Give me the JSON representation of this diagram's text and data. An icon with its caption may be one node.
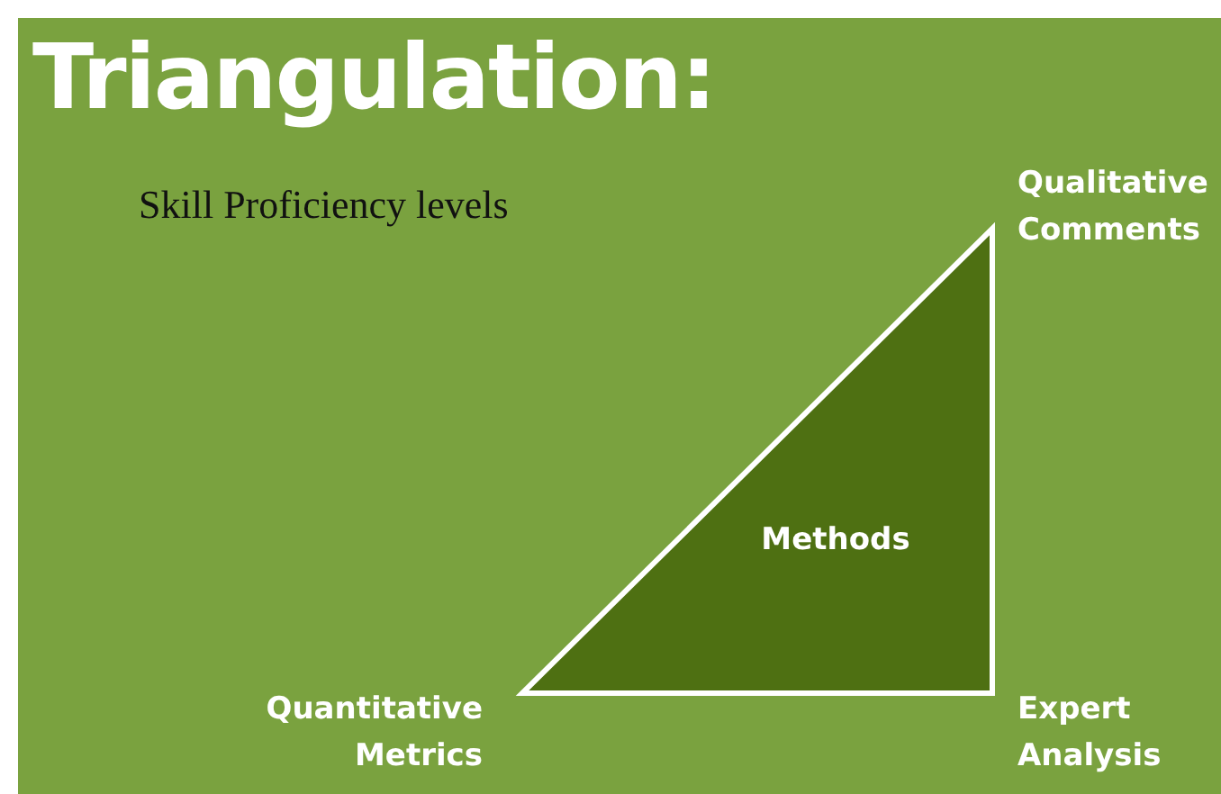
{
  "diagram": {
    "title": "Triangulation:",
    "nodes": [
      {
        "text": [
          "Methods"
        ]
      }
    ],
    "labels": [
      "Qualitative Comments",
      "Skill Proficiency levels",
      "Quantitative Metrics",
      "Expert Analysis"
    ]
  }
}
